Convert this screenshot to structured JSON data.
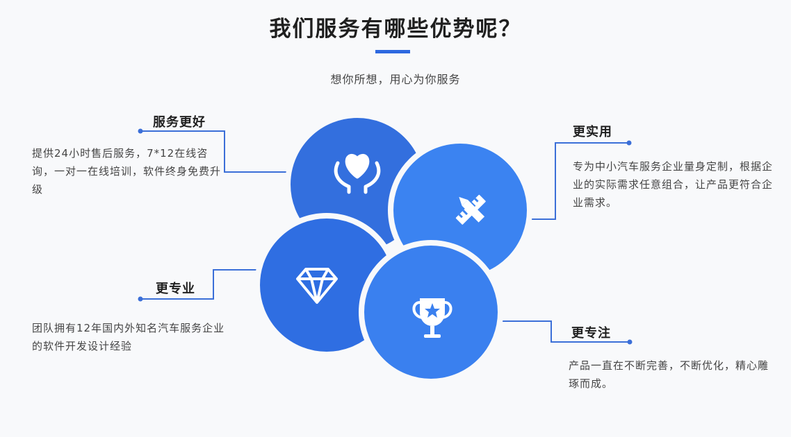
{
  "header": {
    "title": "我们服务有哪些优势呢？",
    "subtitle": "想你所想，用心为你服务"
  },
  "features": [
    {
      "heading": "服务更好",
      "description": "提供24小时售后服务，7*12在线咨询，一对一在线培训，软件终身免费升级",
      "icon": "heart-hands-icon"
    },
    {
      "heading": "更实用",
      "description": "专为中小汽车服务企业量身定制，根据企业的实际需求任意组合，让产品更符合企业需求。",
      "icon": "ruler-pencil-icon"
    },
    {
      "heading": "更专业",
      "description": "团队拥有12年国内外知名汽车服务企业的软件开发设计经验",
      "icon": "diamond-icon"
    },
    {
      "heading": "更专注",
      "description": "产品一直在不断完善，不断优化，精心雕琢而成。",
      "icon": "trophy-icon"
    }
  ],
  "colors": {
    "primary_blue": "#2d68e0",
    "circle_top_left": "#336fde",
    "circle_top_right": "#3b83f1",
    "circle_bottom_left": "#2f6ee2",
    "circle_bottom_right": "#3a80ef",
    "connector": "#3b6fd8",
    "background": "#f8f9fb"
  }
}
